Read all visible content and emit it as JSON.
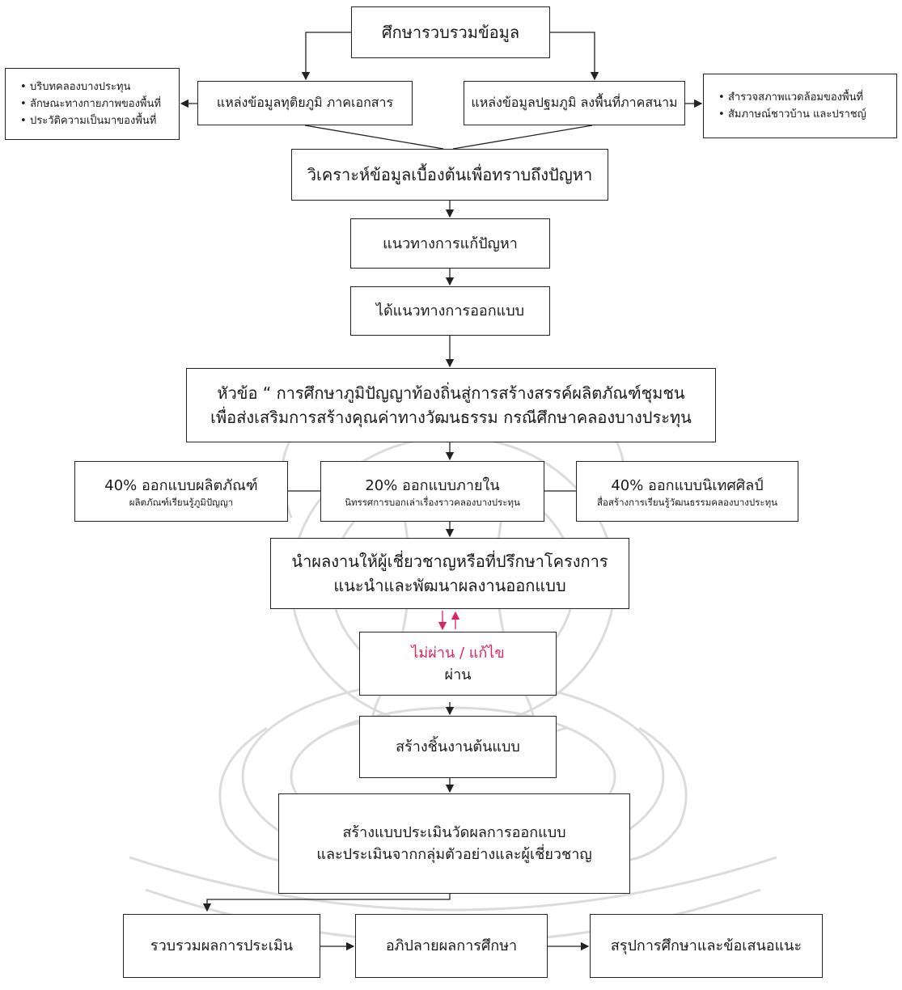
{
  "colors": {
    "line": "#222222",
    "accent_red": "#e0245e",
    "watermark": "#dddddd"
  },
  "nodes": {
    "collect": "ศึกษารวบรวมข้อมูล",
    "secondary": "แหล่งข้อมูลทุติยภูมิ ภาคเอกสาร",
    "primary": "แหล่งข้อมูลปฐมภูมิ ลงพื้นที่ภาคสนาม",
    "analyze": "วิเคราะห์ข้อมูลเบื้องต้นเพื่อทราบถึงปัญหา",
    "solution": "แนวทางการแก้ปัญหา",
    "design_direction": "ได้แนวทางการออกแบบ",
    "topic_line1": "หัวข้อ “ การศึกษาภูมิปัญญาท้องถิ่นสู่การสร้างสรรค์ผลิตภัณฑ์ชุมชน",
    "topic_line2": "เพื่อส่งเสริมการสร้างคุณค่าทางวัฒนธรรม กรณีศึกษาคลองบางประทุน",
    "product_title": "40% ออกแบบผลิตภัณฑ์",
    "product_sub": "ผลิตภัณฑ์เรียนรู้ภูมิปัญญา",
    "interior_title": "20% ออกแบบภายใน",
    "interior_sub": "นิทรรศการบอกเล่าเรื่องราวคลองบางประทุน",
    "exhibit_title": "40% ออกแบบนิเทศศิลป์",
    "exhibit_sub": "สื่อสร้างการเรียนรู้วัฒนธรรมคลองบางประทุน",
    "expert_line1": "นำผลงานให้ผู้เชี่ยวชาญหรือที่ปรึกษาโครงการ",
    "expert_line2": "แนะนำและพัฒนาผลงานออกแบบ",
    "fail": "ไม่ผ่าน / แก้ไข",
    "pass": "ผ่าน",
    "prototype": "สร้างชิ้นงานต้นแบบ",
    "eval_line1": "สร้างแบบประเมินวัดผลการออกแบบ",
    "eval_line2": "และประเมินจากกลุ่มตัวอย่างและผู้เชี่ยวชาญ",
    "gather_eval": "รวบรวมผลการประเมิน",
    "discuss": "อภิปลายผลการศึกษา",
    "conclude": "สรุปการศึกษาและข้อเสนอแนะ"
  },
  "left_notes": [
    "บริบทคลองบางประทุน",
    "ลักษณะทางกายภาพของพื้นที่",
    "ประวัติความเป็นมาของพื้นที่"
  ],
  "right_notes": [
    "สำรวจสภาพแวดล้อมของพื้นที่",
    "สัมภาษณ์ชาวบ้าน และปราชญ์"
  ],
  "watermark": {
    "icon": "ganesha-seal-icon"
  }
}
